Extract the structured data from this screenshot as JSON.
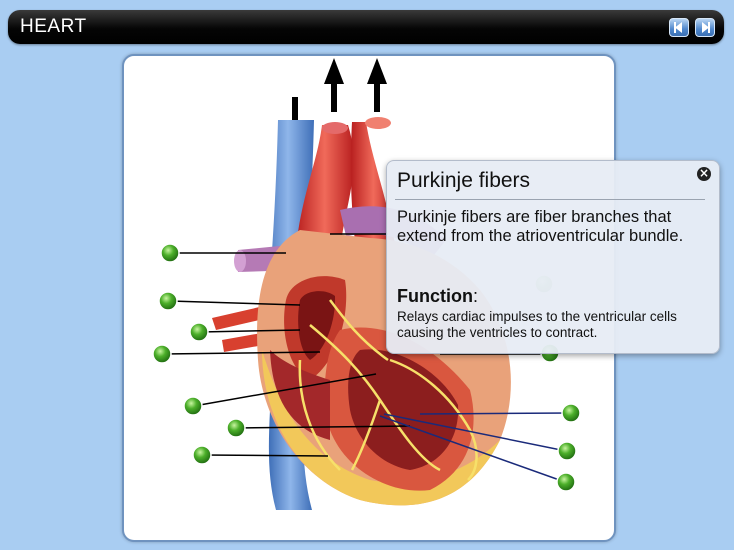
{
  "app": {
    "title": "HEART",
    "prev_icon": "arrow-left-icon",
    "next_icon": "arrow-right-icon"
  },
  "popup": {
    "title": "Purkinje fibers",
    "description": "Purkinje fibers are fiber branches that extend from the atrioventricular bundle.",
    "function_heading": "Function",
    "function_colon": ":",
    "function_text": "Relays cardiac impulses to the ventricular cells causing the ventricles to contract.",
    "close_icon": "close-icon"
  },
  "colors": {
    "background": "#a9cdf2",
    "titlebar": "#000000",
    "hotspot": "#4caf2a",
    "vein_blue": "#5b8fd6",
    "artery_red": "#d83a3a"
  }
}
